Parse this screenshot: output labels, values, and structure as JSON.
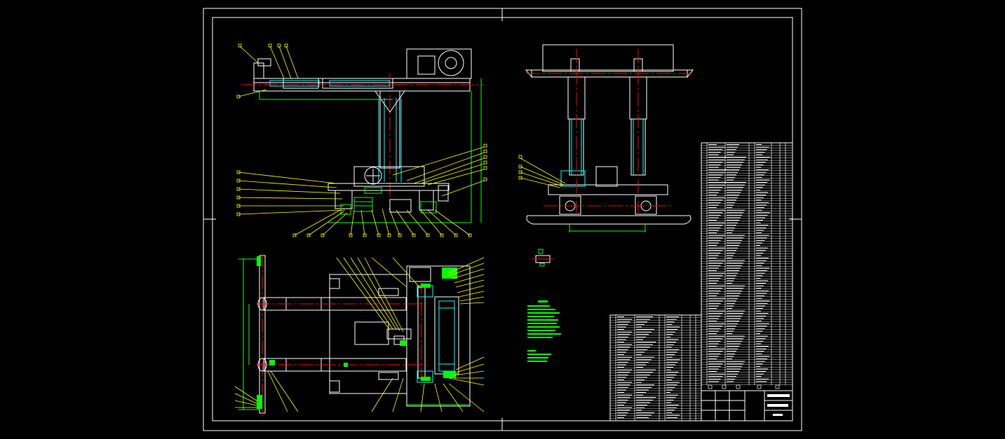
{
  "drawing": {
    "title_block": {
      "line1": "",
      "line2": "",
      "drawing_no": ""
    },
    "colors": {
      "background": "#000000",
      "outline": "#ffffff",
      "leader": "#ffff00",
      "centerline": "#ff0000",
      "hidden": "#00ffff",
      "hatch": "#00ff00",
      "dimension": "#00ff00"
    },
    "views": [
      "front-view",
      "side-view",
      "plan-view",
      "parts-list",
      "notes"
    ]
  }
}
